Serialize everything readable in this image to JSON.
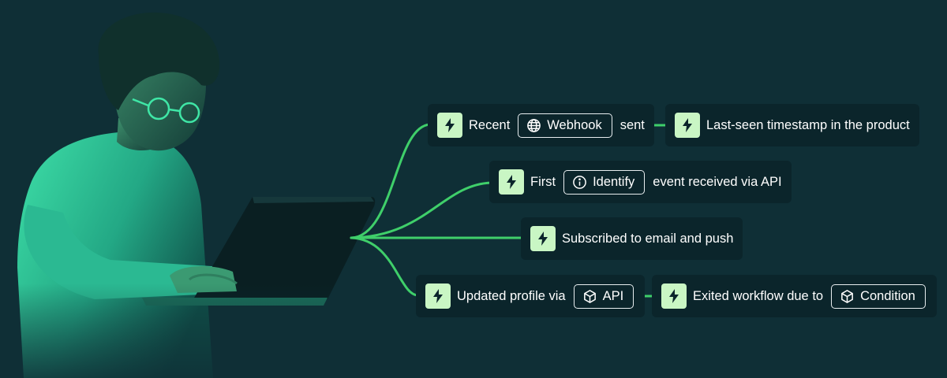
{
  "colors": {
    "background": "#0f2f36",
    "card": "#0b252b",
    "accent_green": "#3fcf6a",
    "bolt_bg": "#c9f6c4"
  },
  "nodes": {
    "row1_left": {
      "icon": "bolt-icon",
      "prefix": "Recent",
      "chip_icon": "globe-icon",
      "chip_label": "Webhook",
      "suffix": "sent"
    },
    "row1_right": {
      "icon": "bolt-icon",
      "text": "Last-seen timestamp in the product"
    },
    "row2": {
      "icon": "bolt-icon",
      "prefix": "First",
      "chip_icon": "info-icon",
      "chip_label": "Identify",
      "suffix": "event received via API"
    },
    "row3": {
      "icon": "bolt-icon",
      "text": "Subscribed to email and push"
    },
    "row4_left": {
      "icon": "bolt-icon",
      "prefix": "Updated profile via",
      "chip_icon": "cube-icon",
      "chip_label": "API"
    },
    "row4_right": {
      "icon": "bolt-icon",
      "prefix": "Exited workflow due to",
      "chip_icon": "cube-icon",
      "chip_label": "Condition"
    }
  }
}
